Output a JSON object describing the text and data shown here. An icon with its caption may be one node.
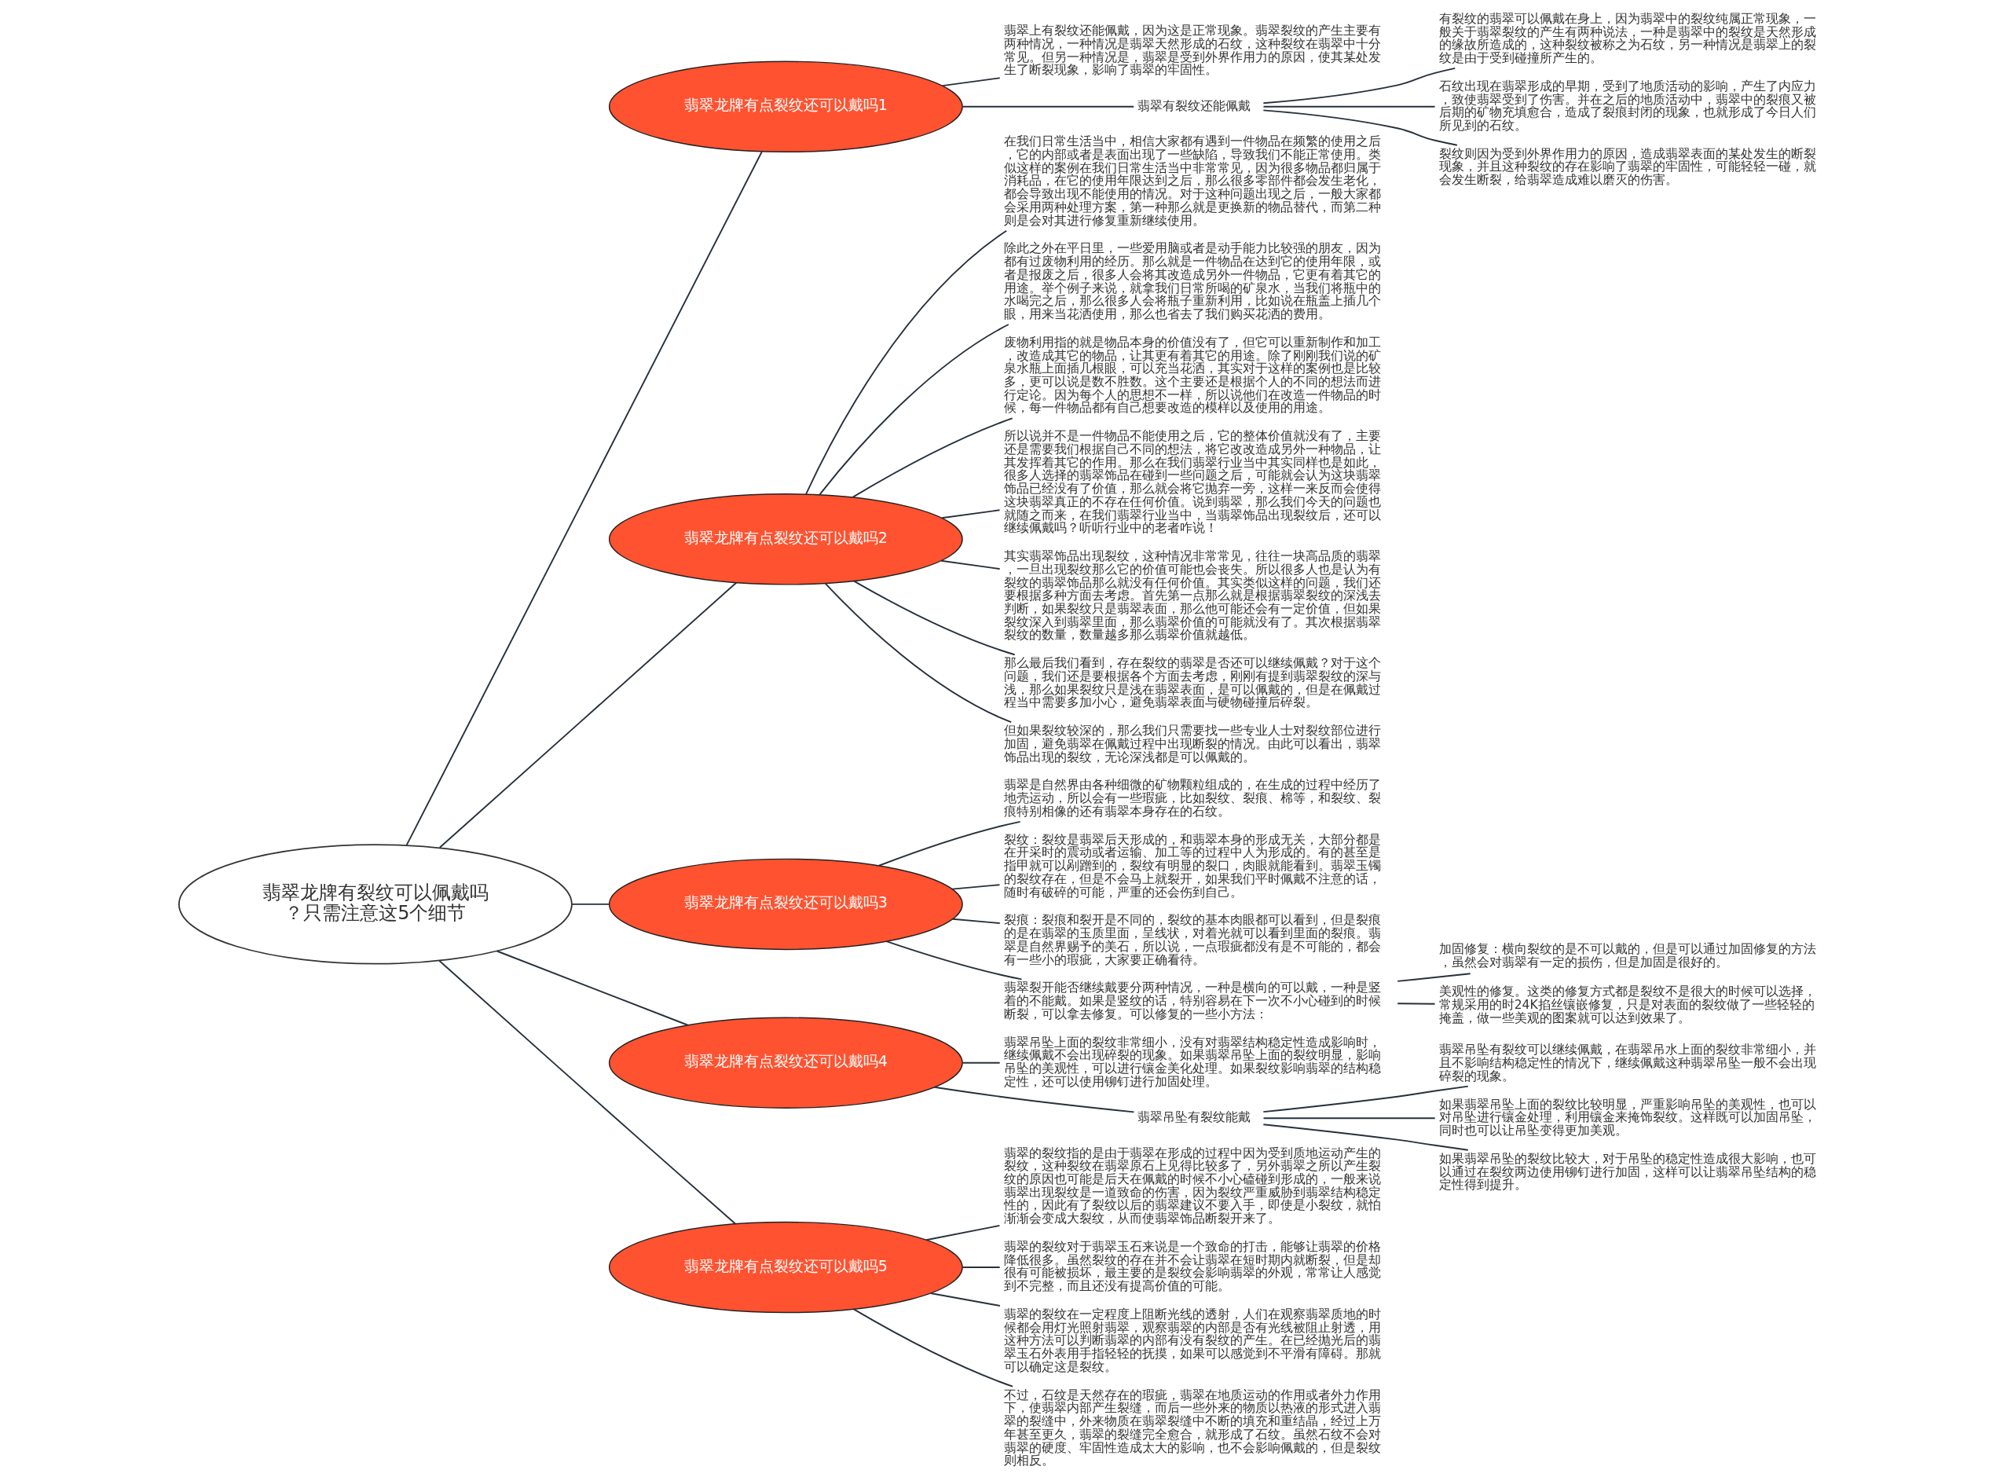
{
  "diagram": {
    "nodes": [
      {
        "text": [
          "翡翠龙牌有裂纹可以佩戴吗？只需注意这5个细节"
        ]
      },
      {
        "text": [
          "翡翠龙牌有点裂纹还可以戴吗1"
        ]
      },
      {
        "text": [
          "翡翠上有裂纹还能佩戴，因为这是正常现象。翡翠裂纹的产生主要有两种情况，一种情况是翡翠天然形成的石纹，这种裂纹在翡翠中十分常见。但另一种情况是，翡翠是受到外界作用力的原因，使其某处发生了断裂现象，影响了翡翠的牢固性。"
        ]
      },
      {
        "text": [
          "翡翠有裂纹还能佩戴"
        ]
      },
      {
        "text": [
          "有裂纹的翡翠可以佩戴在身上，因为翡翠中的裂纹纯属正常现象，一般关于翡翠裂纹的产生有两种说法，一种是翡翠中的裂纹是天然形成的缘故所造成的，这种裂纹被称之为石纹，另一种情况是翡翠上的裂纹是由于受到碰撞所产生的。"
        ]
      },
      {
        "text": [
          "石纹出现在翡翠形成的早期，受到了地质活动的影响，产生了内应力，致使翡翠受到了伤害。并在之后的地质活动中，翡翠中的裂痕又被后期的矿物充填愈合，造成了裂痕封闭的现象，也就形成了今日人们所见到的石纹。"
        ]
      },
      {
        "text": [
          "裂纹则因为受到外界作用力的原因，造成翡翠表面的某处发生的断裂现象，并且这种裂纹的存在影响了翡翠的牢固性，可能轻轻一碰，就会发生断裂，给翡翠造成难以磨灭的伤害。"
        ]
      },
      {
        "text": [
          "翡翠龙牌有点裂纹还可以戴吗2"
        ]
      },
      {
        "text": [
          "在我们日常生活当中，相信大家都有遇到一件物品在频繁的使用之后，它的内部或者是表面出现了一些缺陷，导致我们不能正常使用。类似这样的案例在我们日常生活当中非常常见，因为很多物品都归属于消耗品，在它的使用年限达到之后，那么很多零部件都会发生老化，都会导致出现不能使用的情况。对于这种问题出现之后，一般大家都会采用两种处理方案，第一种那么就是更换新的物品替代，而第二种则是会对其进行修复重新继续使用。"
        ]
      },
      {
        "text": [
          "除此之外在平日里，一些爱用脑或者是动手能力比较强的朋友，因为都有过废物利用的经历。那么就是一件物品在达到它的使用年限，或者是报废之后，很多人会将其改造成另外一件物品，它更有着其它的用途。举个例子来说，就拿我们日常所喝的矿泉水，当我们将瓶中的水喝完之后，那么很多人会将瓶子重新利用，比如说在瓶盖上插几个眼，用来当花洒使用，那么也省去了我们购买花洒的费用。"
        ]
      },
      {
        "text": [
          "废物利用指的就是物品本身的价值没有了，但它可以重新制作和加工，改造成其它的物品，让其更有着其它的用途。除了刚刚我们说的矿泉水瓶上面插几根眼，可以充当花洒，其实对于这样的案例也是比较多，更可以说是数不胜数。这个主要还是根据个人的不同的想法而进行定论。因为每个人的思想不一样，所以说他们在改造一件物品的时候，每一件物品都有自己想要改造的模样以及使用的用途。"
        ]
      },
      {
        "text": [
          "所以说并不是一件物品不能使用之后，它的整体价值就没有了，主要还是需要我们根据自己不同的想法，将它改改造成另外一种物品，让其发挥着其它的作用。那么在我们翡翠行业当中其实同样也是如此，很多人选择的翡翠饰品在碰到一些问题之后，可能就会认为这块翡翠饰品已经没有了价值，那么就会将它抛弃一旁，这样一来反而会使得这块翡翠真正的不存在任何价值。说到翡翠，那么我们今天的问题也就随之而来，在我们翡翠行业当中，当翡翠饰品出现裂纹后，还可以继续佩戴吗？听听行业中的老者咋说！"
        ]
      },
      {
        "text": [
          "其实翡翠饰品出现裂纹，这种情况非常常见，往往一块高品质的翡翠，一旦出现裂纹那么它的价值可能也会丧失。所以很多人也是认为有裂纹的翡翠饰品那么就没有任何价值。其实类似这样的问题，我们还要根据多种方面去考虑。首先第一点那么就是根据翡翠裂纹的深浅去判断，如果裂纹只是翡翠表面，那么他可能还会有一定价值，但如果裂纹深入到翡翠里面，那么翡翠价值的可能就没有了。其次根据翡翠裂纹的数量，数量越多那么翡翠价值就越低。"
        ]
      },
      {
        "text": [
          "那么最后我们看到，存在裂纹的翡翠是否还可以继续佩戴？对于这个问题，我们还是要根据各个方面去考虑，刚刚有提到翡翠裂纹的深与浅，那么如果裂纹只是浅在翡翠表面，是可以佩戴的，但是在佩戴过程当中需要多加小心，避免翡翠表面与硬物碰撞后碎裂。"
        ]
      },
      {
        "text": [
          "但如果裂纹较深的，那么我们只需要找一些专业人士对裂纹部位进行加固，避免翡翠在佩戴过程中出现断裂的情况。由此可以看出，翡翠饰品出现的裂纹，无论深浅都是可以佩戴的。"
        ]
      },
      {
        "text": [
          "翡翠龙牌有点裂纹还可以戴吗3"
        ]
      },
      {
        "text": [
          "翡翠是自然界由各种细微的矿物颗粒组成的，在生成的过程中经历了地壳运动，所以会有一些瑕疵，比如裂纹、裂痕、棉等，和裂纹、裂痕特别相像的还有翡翠本身存在的石纹。"
        ]
      },
      {
        "text": [
          "裂纹：裂纹是翡翠后天形成的，和翡翠本身的形成无关，大部分都是在开采时的震动或者运输、加工等的过程中人为形成的。有的甚至是指甲就可以剐蹭到的，裂纹有明显的裂口，肉眼就能看到。翡翠玉镯的裂纹存在，但是不会马上就裂开，如果我们平时佩戴不注意的话，随时有破碎的可能，严重的还会伤到自己。"
        ]
      },
      {
        "text": [
          "裂痕：裂痕和裂开是不同的，裂纹的基本肉眼都可以看到，但是裂痕的是在翡翠的玉质里面，呈线状，对着光就可以看到里面的裂痕。翡翠是自然界赐予的美石，所以说，一点瑕疵都没有是不可能的，都会有一些小的瑕疵，大家要正确看待。"
        ]
      },
      {
        "text": [
          "翡翠裂开能否继续戴要分两种情况，一种是横向的可以戴，一种是竖着的不能戴。如果是竖纹的话，特别容易在下一次不小心碰到的时候断裂，可以拿去修复。可以修复的一些小方法："
        ]
      },
      {
        "text": [
          "加固修复：横向裂纹的是不可以戴的，但是可以通过加固修复的方法，虽然会对翡翠有一定的损伤，但是加固是很好的。"
        ]
      },
      {
        "text": [
          "美观性的修复。这类的修复方式都是裂纹不是很大的时候可以选择，常规采用的时24K掐丝镶嵌修复，只是对表面的裂纹做了一些轻轻的掩盖，做一些美观的图案就可以达到效果了。"
        ]
      },
      {
        "text": [
          "翡翠龙牌有点裂纹还可以戴吗4"
        ]
      },
      {
        "text": [
          "翡翠吊坠上面的裂纹非常细小，没有对翡翠结构稳定性造成影响时，继续佩戴不会出现碎裂的现象。如果翡翠吊坠上面的裂纹明显，影响吊坠的美观性，可以进行镶金美化处理。如果裂纹影响翡翠的结构稳定性，还可以使用铆钉进行加固处理。"
        ]
      },
      {
        "text": [
          "翡翠吊坠有裂纹能戴"
        ]
      },
      {
        "text": [
          "翡翠吊坠有裂纹可以继续佩戴，在翡翠吊水上面的裂纹非常细小，并且不影响结构稳定性的情况下，继续佩戴这种翡翠吊坠一般不会出现碎裂的现象。"
        ]
      },
      {
        "text": [
          "如果翡翠吊坠上面的裂纹比较明显，严重影响吊坠的美观性，也可以对吊坠进行镶金处理，利用镶金来掩饰裂纹。这样既可以加固吊坠，同时也可以让吊坠变得更加美观。"
        ]
      },
      {
        "text": [
          "如果翡翠吊坠的裂纹比较大，对于吊坠的稳定性造成很大影响，也可以通过在裂纹两边使用铆钉进行加固，这样可以让翡翠吊坠结构的稳定性得到提升。"
        ]
      },
      {
        "text": [
          "翡翠龙牌有点裂纹还可以戴吗5"
        ]
      },
      {
        "text": [
          "翡翠的裂纹指的是由于翡翠在形成的过程中因为受到质地运动产生的裂纹，这种裂纹在翡翠原石上见得比较多了，另外翡翠之所以产生裂纹的原因也可能是后天在佩戴的时候不小心磕碰到形成的，一般来说翡翠出现裂纹是一道致命的伤害，因为裂纹严重威胁到翡翠结构稳定性的，因此有了裂纹以后的翡翠建议不要入手，即使是小裂纹，就怕渐渐会变成大裂纹，从而使翡翠饰品断裂开来了。"
        ]
      },
      {
        "text": [
          "翡翠的裂纹对于翡翠玉石来说是一个致命的打击，能够让翡翠的价格降低很多。虽然裂纹的存在并不会让翡翠在短时期内就断裂，但是却很有可能被损坏，最主要的是裂纹会影响翡翠的外观，常常让人感觉到不完整，而且还没有提高价值的可能。"
        ]
      },
      {
        "text": [
          "翡翠的裂纹在一定程度上阻断光线的透射，人们在观察翡翠质地的时候都会用灯光照射翡翠，观察翡翠的内部是否有光线被阻止射透，用这种方法可以判断翡翠的内部有没有裂纹的产生。在已经抛光后的翡翠玉石外表用手指轻轻的抚摸，如果可以感觉到不平滑有障碍。那就可以确定这是裂纹。"
        ]
      },
      {
        "text": [
          "不过，石纹是天然存在的瑕疵，翡翠在地质运动的作用或者外力作用下，使翡翠内部产生裂缝，而后一些外来的物质以热液的形式进入翡翠的裂缝中，外来物质在翡翠裂缝中不断的填充和重结晶，经过上万年甚至更久，翡翠的裂缝完全愈合，就形成了石纹。虽然石纹不会对翡翠的硬度、牢固性造成太大的影响，也不会影响佩戴的，但是裂纹则相反。"
        ]
      }
    ],
    "edges": [
      {
        "from": 0,
        "to": 1,
        "arrow": "none"
      },
      {
        "from": 1,
        "to": 2,
        "arrow": "none"
      },
      {
        "from": 1,
        "to": 3,
        "arrow": "none"
      },
      {
        "from": 3,
        "to": 4,
        "arrow": "none"
      },
      {
        "from": 3,
        "to": 5,
        "arrow": "none"
      },
      {
        "from": 3,
        "to": 6,
        "arrow": "none"
      },
      {
        "from": 0,
        "to": 7,
        "arrow": "none"
      },
      {
        "from": 7,
        "to": 8,
        "arrow": "none"
      },
      {
        "from": 7,
        "to": 9,
        "arrow": "none"
      },
      {
        "from": 7,
        "to": 10,
        "arrow": "none"
      },
      {
        "from": 7,
        "to": 11,
        "arrow": "none"
      },
      {
        "from": 7,
        "to": 12,
        "arrow": "none"
      },
      {
        "from": 7,
        "to": 13,
        "arrow": "none"
      },
      {
        "from": 7,
        "to": 14,
        "arrow": "none"
      },
      {
        "from": 0,
        "to": 15,
        "arrow": "none"
      },
      {
        "from": 15,
        "to": 16,
        "arrow": "none"
      },
      {
        "from": 15,
        "to": 17,
        "arrow": "none"
      },
      {
        "from": 15,
        "to": 18,
        "arrow": "none"
      },
      {
        "from": 15,
        "to": 19,
        "arrow": "none"
      },
      {
        "from": 19,
        "to": 20,
        "arrow": "none"
      },
      {
        "from": 19,
        "to": 21,
        "arrow": "none"
      },
      {
        "from": 0,
        "to": 22,
        "arrow": "none"
      },
      {
        "from": 22,
        "to": 23,
        "arrow": "none"
      },
      {
        "from": 22,
        "to": 24,
        "arrow": "none"
      },
      {
        "from": 24,
        "to": 25,
        "arrow": "none"
      },
      {
        "from": 24,
        "to": 26,
        "arrow": "none"
      },
      {
        "from": 24,
        "to": 27,
        "arrow": "none"
      },
      {
        "from": 0,
        "to": 28,
        "arrow": "none"
      },
      {
        "from": 28,
        "to": 29,
        "arrow": "none"
      },
      {
        "from": 28,
        "to": 30,
        "arrow": "none"
      },
      {
        "from": 28,
        "to": 31,
        "arrow": "none"
      },
      {
        "from": 28,
        "to": 32,
        "arrow": "none"
      }
    ]
  }
}
